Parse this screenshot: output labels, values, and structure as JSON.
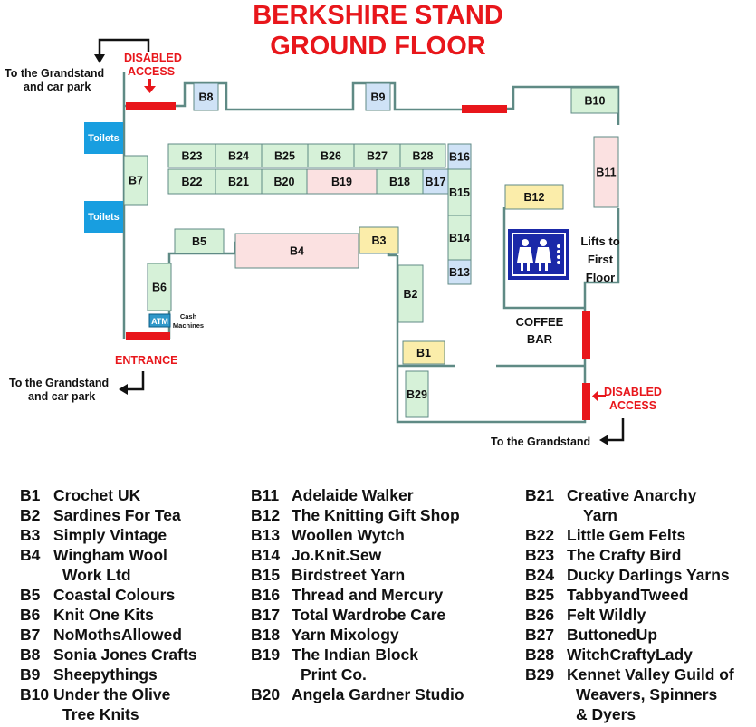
{
  "title": [
    "BERKSHIRE STAND",
    "GROUND FLOOR"
  ],
  "labels": {
    "grandstand_car_park_top": [
      "To the Grandstand",
      "and car park"
    ],
    "grandstand_car_park_bottom": [
      "To the Grandstand",
      "and car park"
    ],
    "disabled_access_top": [
      "DISABLED",
      "ACCESS"
    ],
    "disabled_access_right": [
      "DISABLED",
      "ACCESS"
    ],
    "entrance": "ENTRANCE",
    "to_grandstand": "To the Grandstand",
    "toilets_1": "Toilets",
    "toilets_2": "Toilets",
    "atm": "ATM",
    "cash_machines": [
      "Cash",
      "Machines"
    ],
    "lifts": [
      "Lifts to",
      "First",
      "Floor"
    ],
    "coffee_bar": [
      "COFFEE",
      "BAR"
    ]
  },
  "colors": {
    "title": "#e8161b",
    "wall": "#5f8a85",
    "access_bar": "#e8161b",
    "stall_green": "#d6f1d8",
    "stall_blue": "#cfe2f6",
    "stall_pink": "#fbe1e1",
    "stall_yellow": "#fbedaa",
    "toilets": "#189ee0",
    "lift": "#1a28a8"
  },
  "stalls": [
    {
      "code": "B1",
      "color": "yellow"
    },
    {
      "code": "B2",
      "color": "green"
    },
    {
      "code": "B3",
      "color": "yellow"
    },
    {
      "code": "B4",
      "color": "pink"
    },
    {
      "code": "B5",
      "color": "green"
    },
    {
      "code": "B6",
      "color": "green"
    },
    {
      "code": "B7",
      "color": "green"
    },
    {
      "code": "B8",
      "color": "blue"
    },
    {
      "code": "B9",
      "color": "blue"
    },
    {
      "code": "B10",
      "color": "green"
    },
    {
      "code": "B11",
      "color": "pink"
    },
    {
      "code": "B12",
      "color": "yellow"
    },
    {
      "code": "B13",
      "color": "blue"
    },
    {
      "code": "B14",
      "color": "green"
    },
    {
      "code": "B15",
      "color": "green"
    },
    {
      "code": "B16",
      "color": "blue"
    },
    {
      "code": "B17",
      "color": "blue"
    },
    {
      "code": "B18",
      "color": "green"
    },
    {
      "code": "B19",
      "color": "pink"
    },
    {
      "code": "B20",
      "color": "green"
    },
    {
      "code": "B21",
      "color": "green"
    },
    {
      "code": "B22",
      "color": "green"
    },
    {
      "code": "B23",
      "color": "green"
    },
    {
      "code": "B24",
      "color": "green"
    },
    {
      "code": "B25",
      "color": "green"
    },
    {
      "code": "B26",
      "color": "green"
    },
    {
      "code": "B27",
      "color": "green"
    },
    {
      "code": "B28",
      "color": "green"
    },
    {
      "code": "B29",
      "color": "green"
    }
  ],
  "legend": [
    [
      {
        "code": "B1",
        "name": [
          "Crochet UK"
        ]
      },
      {
        "code": "B2",
        "name": [
          "Sardines For Tea"
        ]
      },
      {
        "code": "B3",
        "name": [
          "Simply Vintage"
        ]
      },
      {
        "code": "B4",
        "name": [
          "Wingham Wool",
          "Work Ltd"
        ]
      },
      {
        "code": "B5",
        "name": [
          "Coastal Colours"
        ]
      },
      {
        "code": "B6",
        "name": [
          "Knit One Kits"
        ]
      },
      {
        "code": "B7",
        "name": [
          "NoMothsAllowed"
        ]
      },
      {
        "code": "B8",
        "name": [
          "Sonia Jones Crafts"
        ]
      },
      {
        "code": "B9",
        "name": [
          "Sheepythings"
        ]
      },
      {
        "code": "B10",
        "name": [
          "Under the Olive",
          "Tree Knits"
        ]
      }
    ],
    [
      {
        "code": "B11",
        "name": [
          "Adelaide Walker"
        ]
      },
      {
        "code": "B12",
        "name": [
          "The Knitting Gift Shop"
        ]
      },
      {
        "code": "B13",
        "name": [
          "Woollen Wytch"
        ]
      },
      {
        "code": "B14",
        "name": [
          "Jo.Knit.Sew"
        ]
      },
      {
        "code": "B15",
        "name": [
          "Birdstreet Yarn"
        ]
      },
      {
        "code": "B16",
        "name": [
          "Thread and Mercury"
        ]
      },
      {
        "code": "B17",
        "name": [
          "Total Wardrobe Care"
        ]
      },
      {
        "code": "B18",
        "name": [
          "Yarn Mixology"
        ]
      },
      {
        "code": "B19",
        "name": [
          "The Indian Block",
          "Print Co."
        ]
      },
      {
        "code": "B20",
        "name": [
          "Angela Gardner Studio"
        ]
      }
    ],
    [
      {
        "code": "B21",
        "name": [
          "Creative Anarchy",
          "Yarn"
        ]
      },
      {
        "code": "B22",
        "name": [
          "Little Gem Felts"
        ]
      },
      {
        "code": "B23",
        "name": [
          "The Crafty Bird"
        ]
      },
      {
        "code": "B24",
        "name": [
          "Ducky Darlings Yarns"
        ]
      },
      {
        "code": "B25",
        "name": [
          "TabbyandTweed"
        ]
      },
      {
        "code": "B26",
        "name": [
          "Felt Wildly"
        ]
      },
      {
        "code": "B27",
        "name": [
          "ButtonedUp"
        ]
      },
      {
        "code": "B28",
        "name": [
          "WitchCraftyLady"
        ]
      },
      {
        "code": "B29",
        "name": [
          "Kennet Valley Guild of",
          "Weavers, Spinners",
          "& Dyers"
        ]
      }
    ]
  ]
}
